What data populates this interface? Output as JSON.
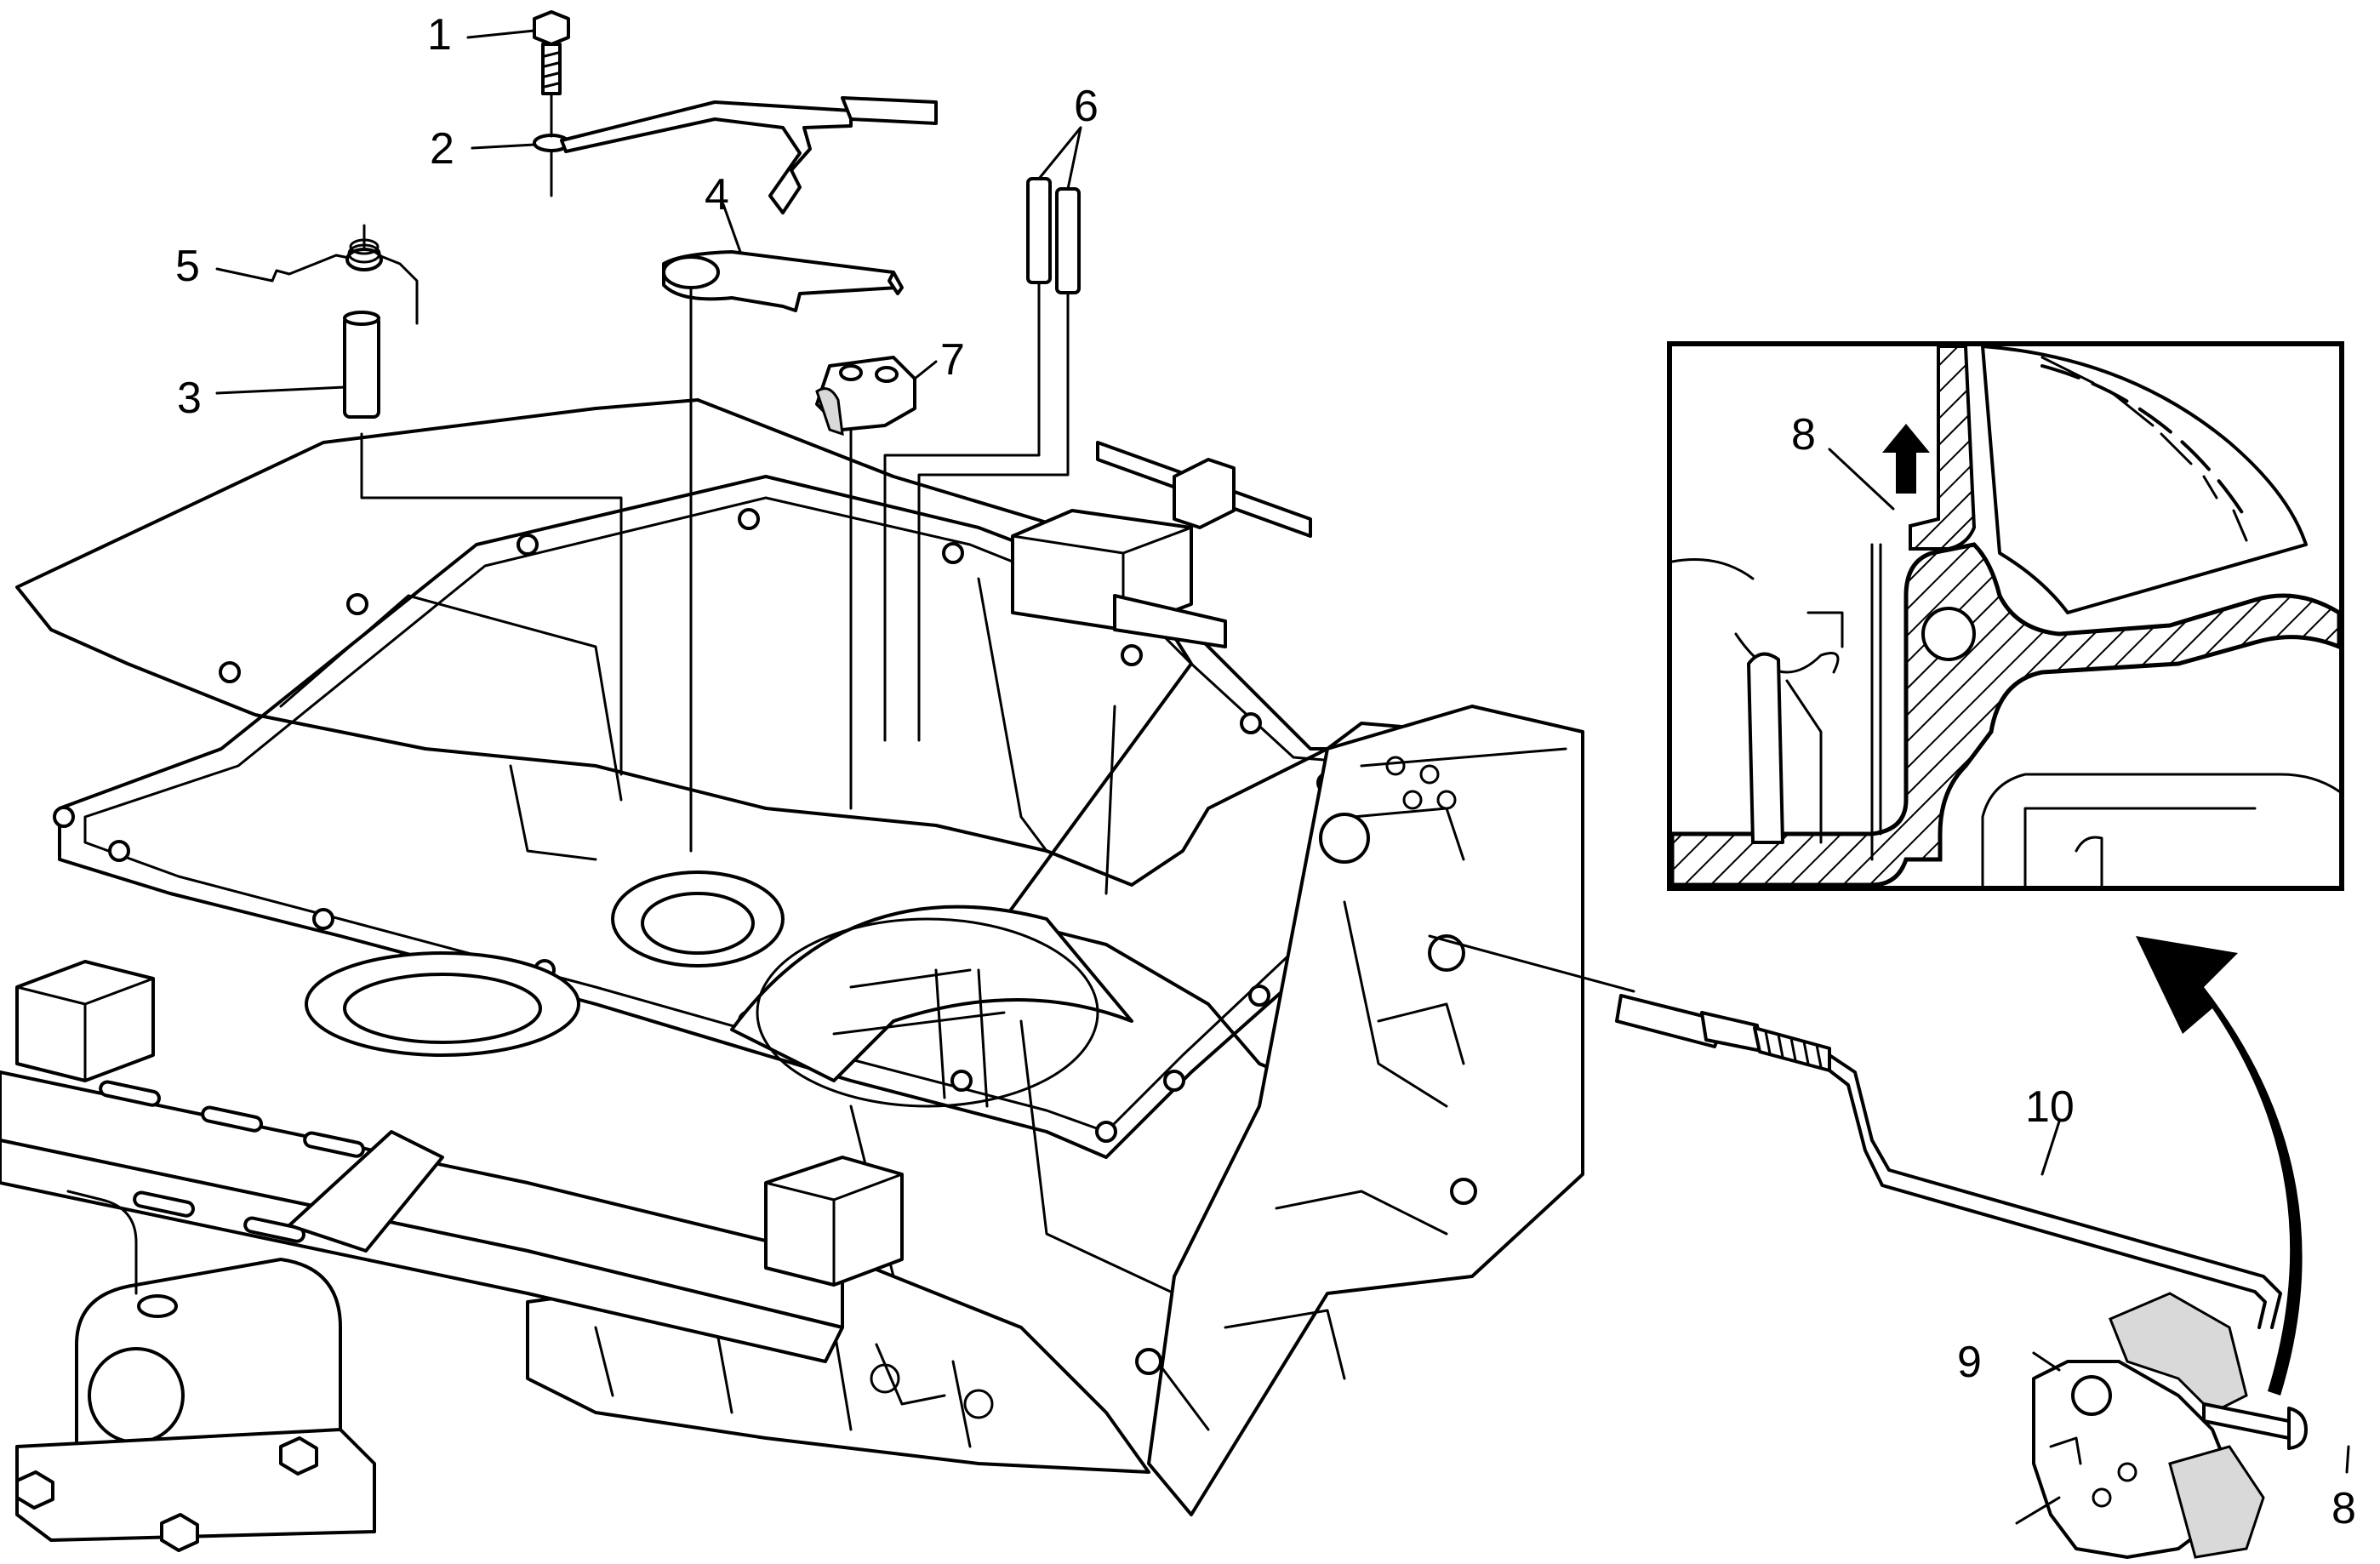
{
  "callouts": {
    "c1": "1",
    "c2": "2",
    "c3": "3",
    "c4": "4",
    "c5": "5",
    "c6": "6",
    "c7": "7",
    "c8_inset": "8",
    "c8_bolt": "8",
    "c9": "9",
    "c10": "10"
  },
  "colors": {
    "line": "#000000",
    "background": "#ffffff",
    "section_hatch": "#000000"
  },
  "icons": {
    "inset_arrow": "arrow-up-icon",
    "curved_arrow": "curved-arrow-icon"
  }
}
